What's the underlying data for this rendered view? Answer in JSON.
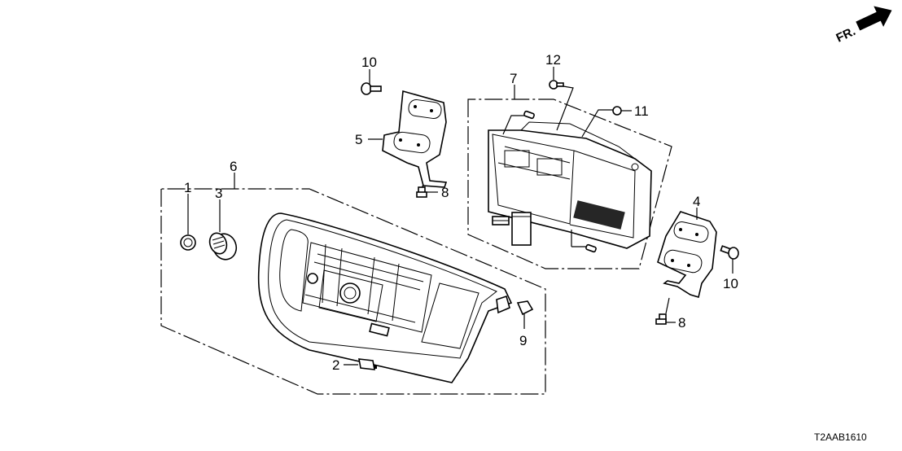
{
  "diagram": {
    "reference_code": "T2AAB1610",
    "direction_indicator": "FR.",
    "callouts": [
      {
        "id": "1",
        "part": "knob-small"
      },
      {
        "id": "2",
        "part": "switch-small"
      },
      {
        "id": "3",
        "part": "knob-large"
      },
      {
        "id": "4",
        "part": "bracket-right"
      },
      {
        "id": "5",
        "part": "bracket-left"
      },
      {
        "id": "6",
        "part": "audio-panel-assembly"
      },
      {
        "id": "7",
        "part": "audio-unit-assembly"
      },
      {
        "id": "8",
        "part": "bolt-left"
      },
      {
        "id": "8",
        "part": "bolt-right"
      },
      {
        "id": "9",
        "part": "clip"
      },
      {
        "id": "10",
        "part": "screw-left"
      },
      {
        "id": "10",
        "part": "screw-right"
      },
      {
        "id": "11",
        "part": "nut"
      },
      {
        "id": "12",
        "part": "screw-top"
      }
    ]
  }
}
